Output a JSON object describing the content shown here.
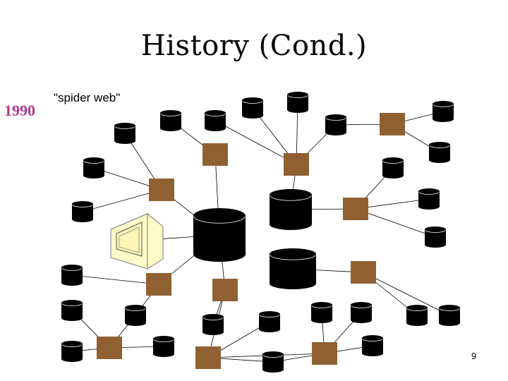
{
  "slide": {
    "title": "History (Cond.)",
    "year": "1990",
    "caption": "\"spider web\"",
    "page_number": "9"
  },
  "colors": {
    "year_text": "#b03a8c",
    "database": "#000000",
    "database_highlight": "#ffffff",
    "hub": "#8f6132",
    "terminal_body": "#fdfbc8",
    "terminal_screen": "#fbf4b4",
    "link": "#000000"
  },
  "icons": {
    "database": "database-icon",
    "hub": "network-hub-icon",
    "terminal": "terminal-icon"
  }
}
